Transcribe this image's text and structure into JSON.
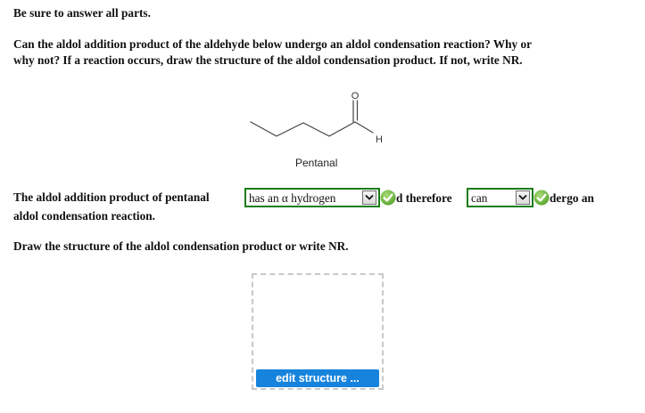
{
  "instruction": "Be sure to answer all parts.",
  "question": {
    "line1": "Can the aldol addition product of the aldehyde below undergo an aldol condensation reaction? Why or",
    "line2": "why not? If a reaction occurs, draw the structure of the aldol condensation product. If not, write NR."
  },
  "molecule": {
    "name": "Pentanal",
    "atom_labels": {
      "oxygen": "O",
      "hydrogen": "H"
    }
  },
  "answer": {
    "prefix": "The aldol addition product of pentanal",
    "select1": {
      "value": "has an α hydrogen",
      "status": "correct"
    },
    "middle_visible": "d therefore",
    "select2": {
      "value": "can",
      "status": "correct"
    },
    "suffix_visible": "dergo an",
    "line2": "aldol condensation reaction."
  },
  "draw": {
    "prompt": "Draw the structure of the aldol condensation product or write NR.",
    "button_label": "edit structure ..."
  },
  "colors": {
    "select_border": "#1b7d1b",
    "check_green": "#7cbf4a",
    "button_blue": "#1683dc",
    "dashed_border": "#c8c8c8"
  }
}
